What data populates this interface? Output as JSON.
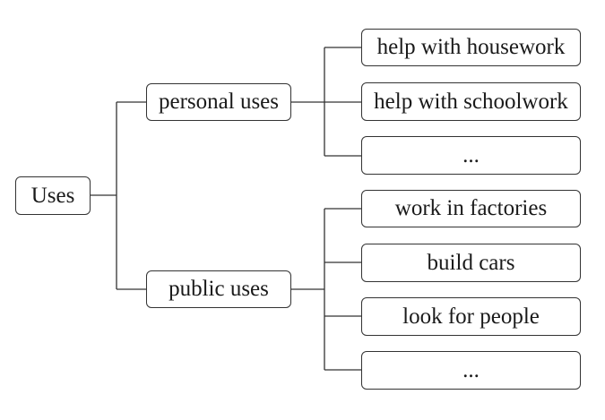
{
  "diagram": {
    "root": {
      "label": "Uses"
    },
    "branches": [
      {
        "label": "personal uses",
        "children": [
          "help with housework",
          "help with schoolwork",
          "..."
        ]
      },
      {
        "label": "public uses",
        "children": [
          "work in factories",
          "build cars",
          "look for people",
          "..."
        ]
      }
    ]
  }
}
